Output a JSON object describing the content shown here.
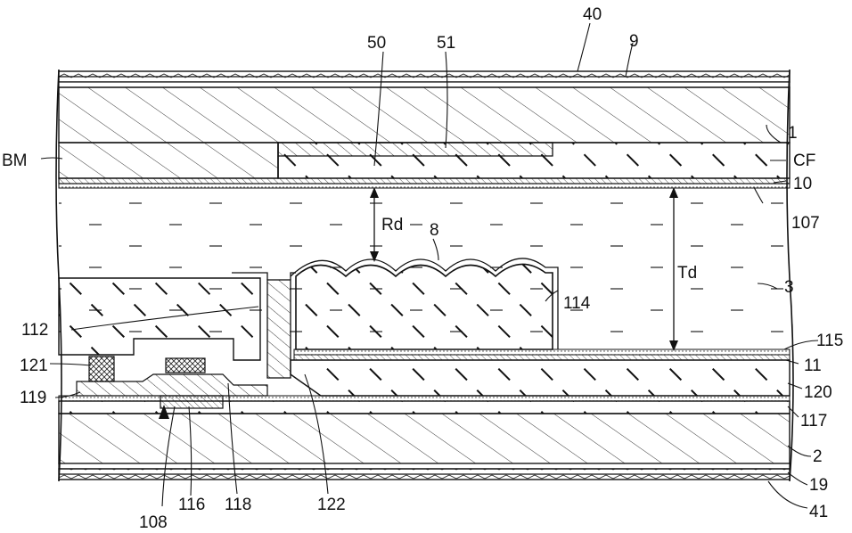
{
  "labels": {
    "l40": "40",
    "l9": "9",
    "l50": "50",
    "l51": "51",
    "l1": "1",
    "lBM": "BM",
    "lCF": "CF",
    "l10": "10",
    "l107": "107",
    "lRd": "Rd",
    "lTd": "Td",
    "l8": "8",
    "l3": "3",
    "l112": "112",
    "l114": "114",
    "l115": "115",
    "l121": "121",
    "l11": "11",
    "l119": "119",
    "l120": "120",
    "l117": "117",
    "l2": "2",
    "l19": "19",
    "l41": "41",
    "l108": "108",
    "l116": "116",
    "l118": "118",
    "l122": "122"
  }
}
